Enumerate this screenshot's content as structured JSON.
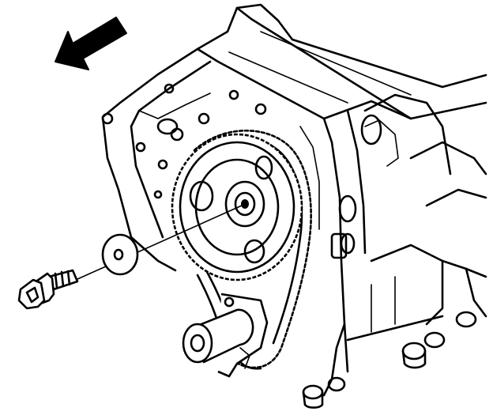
{
  "illustration": {
    "direction_arrow": {
      "icon": "arrow-left-icon",
      "fill": "#000000"
    },
    "parts": [
      "engine-block",
      "camshaft-sprocket",
      "timing-chain",
      "washer",
      "bolt",
      "tensioner"
    ],
    "colors": {
      "line": "#000000",
      "background": "#ffffff"
    }
  }
}
